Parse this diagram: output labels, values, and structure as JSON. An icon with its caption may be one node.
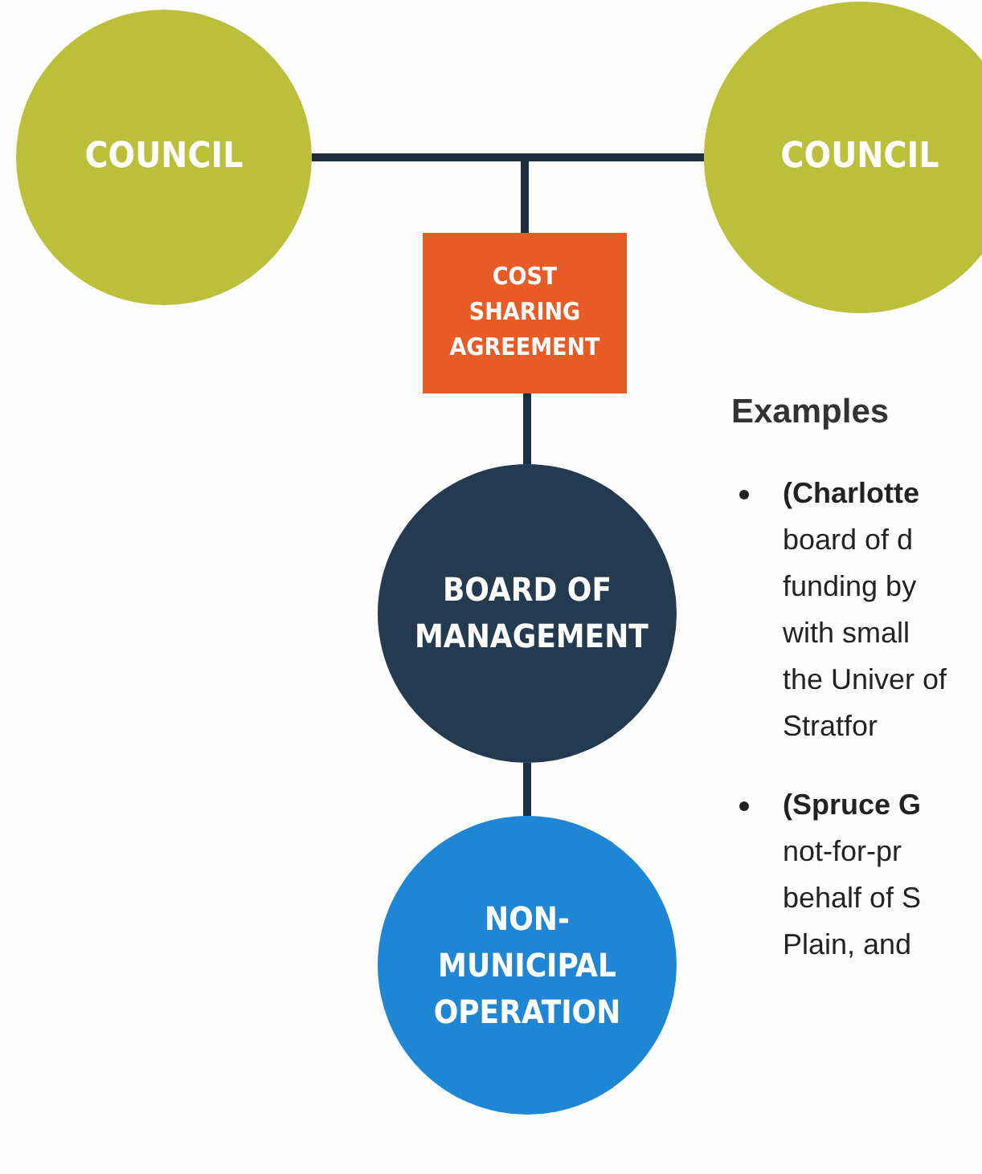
{
  "diagram": {
    "nodes": [
      {
        "text": [
          "COUNCIL"
        ]
      },
      {
        "text": [
          "COUNCIL"
        ]
      },
      {
        "text": [
          "COST SHARING AGREEMENT"
        ]
      },
      {
        "text": [
          "BOARD OF MANAGEMENT"
        ]
      },
      {
        "text": [
          "NON-MUNICIPAL OPERATION"
        ]
      }
    ],
    "edges": [
      {
        "from": 0,
        "to": 2,
        "arrow": "none"
      },
      {
        "from": 1,
        "to": 2,
        "arrow": "none"
      },
      {
        "from": 2,
        "to": 3,
        "arrow": "none"
      },
      {
        "from": 3,
        "to": 4,
        "arrow": "none"
      }
    ],
    "labels": [
      "Examples",
      "**(Charlotte** board of d funding by with small the Univer of Stratfor",
      "**(Spruce G** not-for-pr behalf of S Plain, and"
    ]
  }
}
